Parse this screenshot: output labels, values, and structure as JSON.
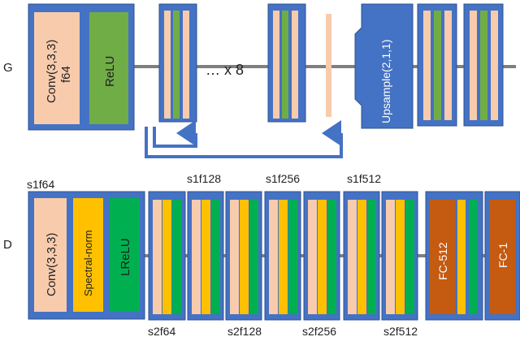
{
  "colors": {
    "block_blue": "#4472c4",
    "block_border": "#2f528f",
    "peach": "#f8cbad",
    "green": "#70ad47",
    "bright_green": "#00b050",
    "yellow": "#ffc000",
    "orange": "#c55a11",
    "line_gray": "#7f7f7f",
    "arrow_blue": "#4472c4"
  },
  "generator": {
    "row_label": "G",
    "conv_label": "Conv(3,3,3)",
    "filters_label": "f64",
    "relu_label": "ReLU",
    "repeat_label": "… x 8",
    "upsample_label": "Upsample(2,1,1)"
  },
  "discriminator": {
    "row_label": "D",
    "conv_label": "Conv(3,3,3)",
    "norm_label": "Spectral-norm",
    "act_label": "LReLU",
    "fc512_label": "FC-512",
    "fc1_label": "FC-1",
    "top_labels": [
      "s1f64",
      "s1f128",
      "s1f256",
      "s1f512"
    ],
    "bottom_labels": [
      "s2f64",
      "s2f128",
      "s2f256",
      "s2f512"
    ]
  }
}
